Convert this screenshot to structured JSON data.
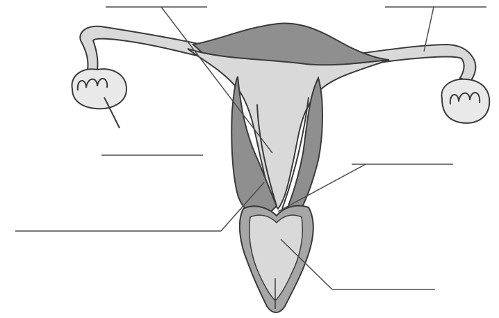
{
  "diagram": {
    "kind": "unlabeled anatomical worksheet",
    "colors": {
      "background": "#ffffff",
      "light_tissue": "#d9d9d9",
      "dark_tissue": "#8f8f8f",
      "mid_tissue": "#a6a6a6",
      "outline": "#3a3a3a",
      "label_line": "#7a7a7a"
    },
    "blank_label_lines": 6,
    "pointer_lines": 6,
    "label_texts": []
  }
}
